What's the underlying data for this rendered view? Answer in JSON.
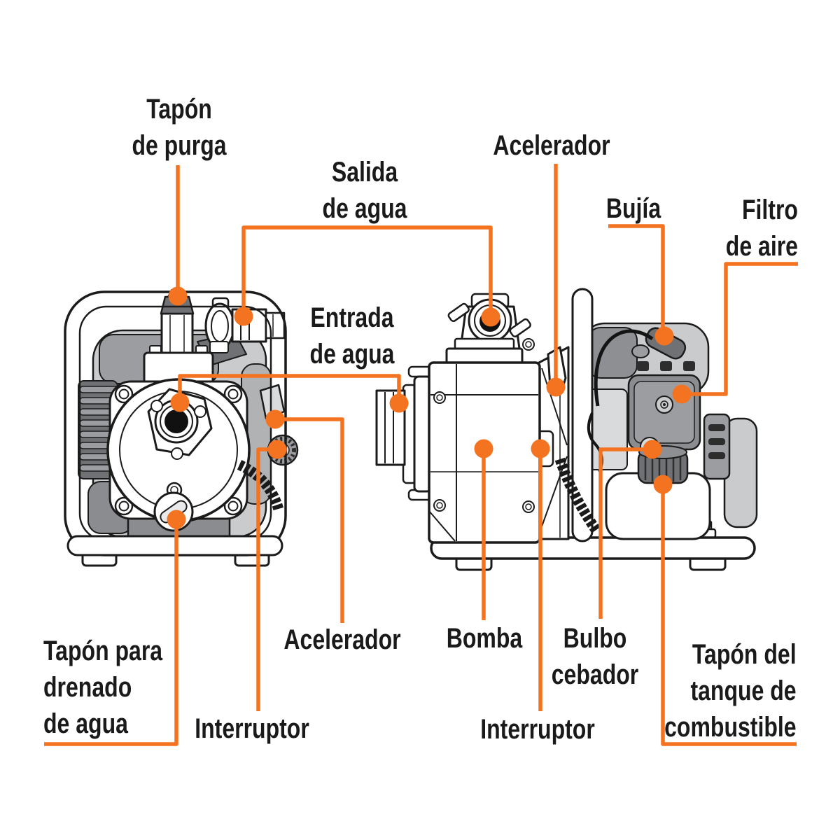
{
  "diagram": {
    "subject": "motobomba (gasoline water pump), front view and side view with callouts",
    "background": "#FFFFFF",
    "colors": {
      "accent_orange": "#F47321",
      "ink": "#1A1A1A",
      "gray_light": "#C9CBCD",
      "gray_mid": "#9B9DA0",
      "gray_dark": "#6F7174",
      "near_black": "#2D2D2D"
    },
    "labels": {
      "tapon_purga": {
        "lines": [
          "Tapón",
          "de purga"
        ]
      },
      "salida_agua": {
        "lines": [
          "Salida",
          "de agua"
        ]
      },
      "acelerador_top": {
        "lines": [
          "Acelerador"
        ]
      },
      "bujia": {
        "lines": [
          "Bujía"
        ]
      },
      "filtro_aire": {
        "lines": [
          "Filtro",
          "de aire"
        ]
      },
      "entrada_agua": {
        "lines": [
          "Entrada",
          "de agua"
        ]
      },
      "tapon_drenado": {
        "lines": [
          "Tapón para",
          "drenado",
          "de agua"
        ]
      },
      "interruptor_izq": {
        "lines": [
          "Interruptor"
        ]
      },
      "acelerador_inf": {
        "lines": [
          "Acelerador"
        ]
      },
      "bomba": {
        "lines": [
          "Bomba"
        ]
      },
      "bulbo_cebador": {
        "lines": [
          "Bulbo",
          "cebador"
        ]
      },
      "interruptor_inf": {
        "lines": [
          "Interruptor"
        ]
      },
      "tapon_tanque": {
        "lines": [
          "Tapón del",
          "tanque de",
          "combustible"
        ]
      }
    }
  }
}
